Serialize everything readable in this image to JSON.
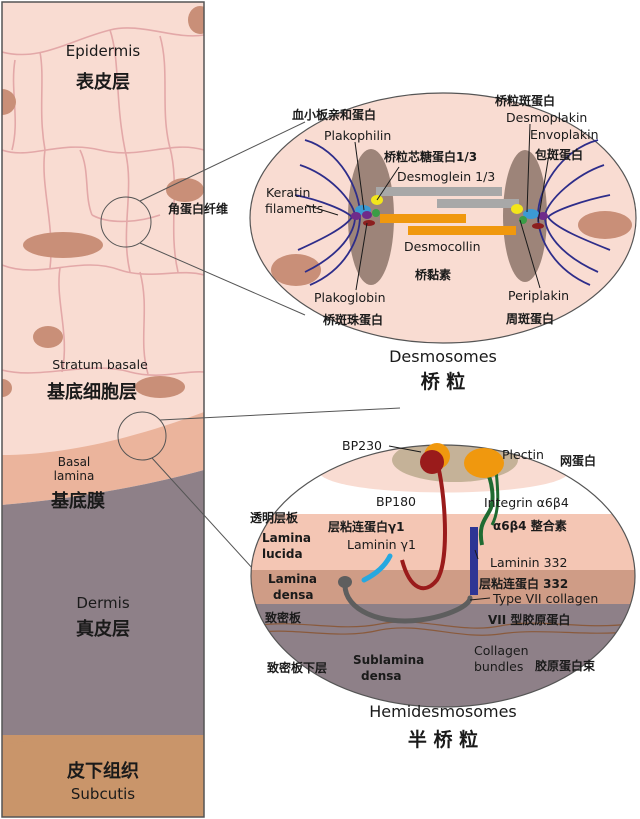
{
  "left_column": {
    "epidermis_en": "Epidermis",
    "epidermis_cn": "表皮层",
    "keratin_cn": "角蛋白纤维",
    "stratum_basale_en": "Stratum basale",
    "stratum_basale_cn": "基底细胞层",
    "basal_lamina_en_1": "Basal",
    "basal_lamina_en_2": "lamina",
    "basal_lamina_cn": "基底膜",
    "dermis_en": "Dermis",
    "dermis_cn": "真皮层",
    "subcutis_cn": "皮下组织",
    "subcutis_en": "Subcutis"
  },
  "desmosome": {
    "title_en": "Desmosomes",
    "title_cn": "桥 粒",
    "platelet_cn": "血小板亲和蛋白",
    "plakophilin": "Plakophilin",
    "desmoglein_cn": "桥粒芯糖蛋白1/3",
    "desmoglein": "Desmoglein 1/3",
    "desmoplakin_cn": "桥粒斑蛋白",
    "desmoplakin": "Desmoplakin",
    "envoplakin": "Envoplakin",
    "envoplakin_cn": "包斑蛋白",
    "keratin_1": "Keratin",
    "keratin_2": "filaments",
    "desmocollin": "Desmocollin",
    "desmocollin_cn": "桥黏素",
    "plakoglobin": "Plakoglobin",
    "plakoglobin_cn": "桥斑珠蛋白",
    "periplakin": "Periplakin",
    "periplakin_cn": "周斑蛋白"
  },
  "hemidesmosome": {
    "title_en": "Hemidesmosomes",
    "title_cn": "半 桥 粒",
    "bp230": "BP230",
    "plectin": "Plectin",
    "plectin_cn": "网蛋白",
    "bp180": "BP180",
    "integrin": "Integrin α6β4",
    "integrin_cn": "α6β4 整合素",
    "lucida_cn": "透明层板",
    "lucida_en_1": "Lamina",
    "lucida_en_2": "lucida",
    "laminin_g1_cn": "层粘连蛋白γ1",
    "laminin_g1": "Laminin γ1",
    "laminin_332": "Laminin 332",
    "laminin_332_cn": "层粘连蛋白 332",
    "densa_en_1": "Lamina",
    "densa_en_2": "densa",
    "type7": "Type VII collagen",
    "densa_cn": "致密板",
    "type7_cn": "VII 型胶原蛋白",
    "sublamina_cn": "致密板下层",
    "sublamina_en_1": "Sublamina",
    "sublamina_en_2": "densa",
    "collagen_1": "Collagen",
    "collagen_2": "bundles",
    "collagen_cn": "胶原蛋白束"
  },
  "colors": {
    "epidermis": "#f9dcd2",
    "cell_border": "#e3a8a8",
    "nucleus": "#c98f78",
    "basal_membrane": "#ebb49c",
    "dermis": "#8e8088",
    "subcutis": "#c9956a",
    "desmoglein": "#a8a8a8",
    "desmocollin": "#f0980e",
    "keratin": "#2e2d8a",
    "bp230": "#d8311f",
    "plectin": "#f0980e",
    "bp180": "#9a1b1b",
    "integrin": "#1f6b32",
    "laminin332": "#2e3594",
    "laminin_g1": "#26a8e0",
    "type7": "#5e5e5e"
  }
}
